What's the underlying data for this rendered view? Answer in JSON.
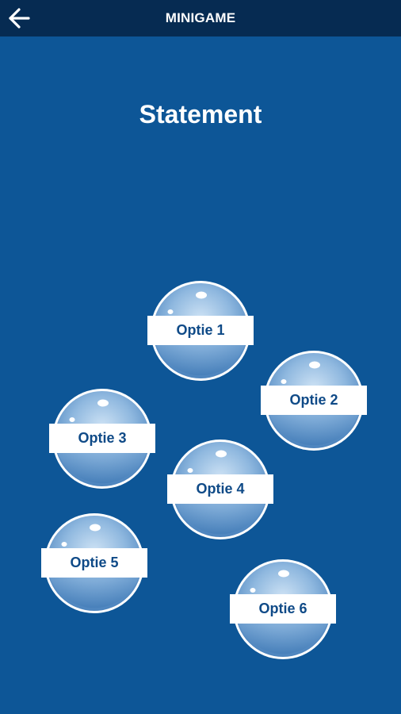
{
  "header": {
    "title": "MINIGAME",
    "back_icon": "arrow-left-icon"
  },
  "statement": "Statement",
  "colors": {
    "background": "#0d5697",
    "header": "#062b52",
    "label_text": "#0f4a87"
  },
  "options": [
    {
      "label": "Optie 1"
    },
    {
      "label": "Optie 2"
    },
    {
      "label": "Optie 3"
    },
    {
      "label": "Optie 4"
    },
    {
      "label": "Optie 5"
    },
    {
      "label": "Optie 6"
    }
  ]
}
